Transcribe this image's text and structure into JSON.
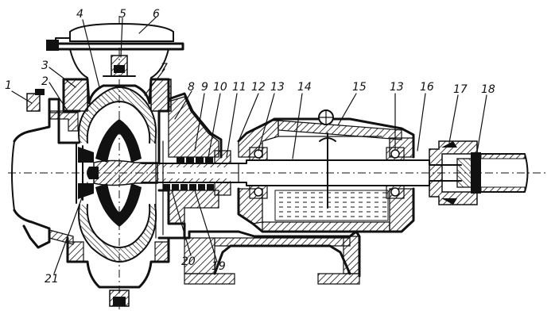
{
  "callouts": [
    {
      "id": "1",
      "text": "1"
    },
    {
      "id": "2",
      "text": "2"
    },
    {
      "id": "3",
      "text": "3"
    },
    {
      "id": "4",
      "text": "4"
    },
    {
      "id": "5",
      "text": "5"
    },
    {
      "id": "6",
      "text": "6"
    },
    {
      "id": "7",
      "text": "7"
    },
    {
      "id": "8",
      "text": "8"
    },
    {
      "id": "9",
      "text": "9"
    },
    {
      "id": "10",
      "text": "10"
    },
    {
      "id": "11",
      "text": "11"
    },
    {
      "id": "12",
      "text": "12"
    },
    {
      "id": "13a",
      "text": "13"
    },
    {
      "id": "14",
      "text": "14"
    },
    {
      "id": "15",
      "text": "15"
    },
    {
      "id": "13b",
      "text": "13"
    },
    {
      "id": "16",
      "text": "16"
    },
    {
      "id": "17",
      "text": "17"
    },
    {
      "id": "18",
      "text": "18"
    },
    {
      "id": "19",
      "text": "19"
    },
    {
      "id": "20",
      "text": "20"
    },
    {
      "id": "21",
      "text": "21"
    }
  ],
  "colors": {
    "ink": "#111111",
    "paper": "#ffffff"
  }
}
